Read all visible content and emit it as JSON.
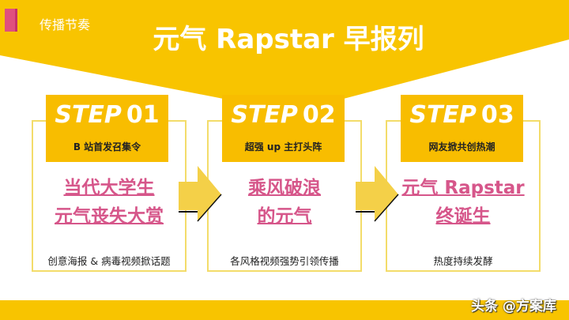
{
  "header": {
    "section": "传播节奏",
    "title": "元气 Rapstar 早报列"
  },
  "colors": {
    "accent_yellow": "#f8bd00",
    "pink": "#d6568a",
    "border": "#f3dc6a"
  },
  "steps": [
    {
      "step": "STEP",
      "number": "01",
      "subtitle": "B 站首发召集令",
      "line1": "当代大学生",
      "line2": "元气丧失大赏",
      "caption": "创意海报 & 病毒视频掀话题"
    },
    {
      "step": "STEP",
      "number": "02",
      "subtitle": "超强 up 主打头阵",
      "line1": "乘风破浪",
      "line2": "的元气",
      "caption": "各风格视频强势引领传播"
    },
    {
      "step": "STEP",
      "number": "03",
      "subtitle": "网友掀共创热潮",
      "line1": "元气 Rapstar",
      "line2": "终诞生",
      "caption": "热度持续发酵"
    }
  ],
  "watermark": "头条 @方案库"
}
